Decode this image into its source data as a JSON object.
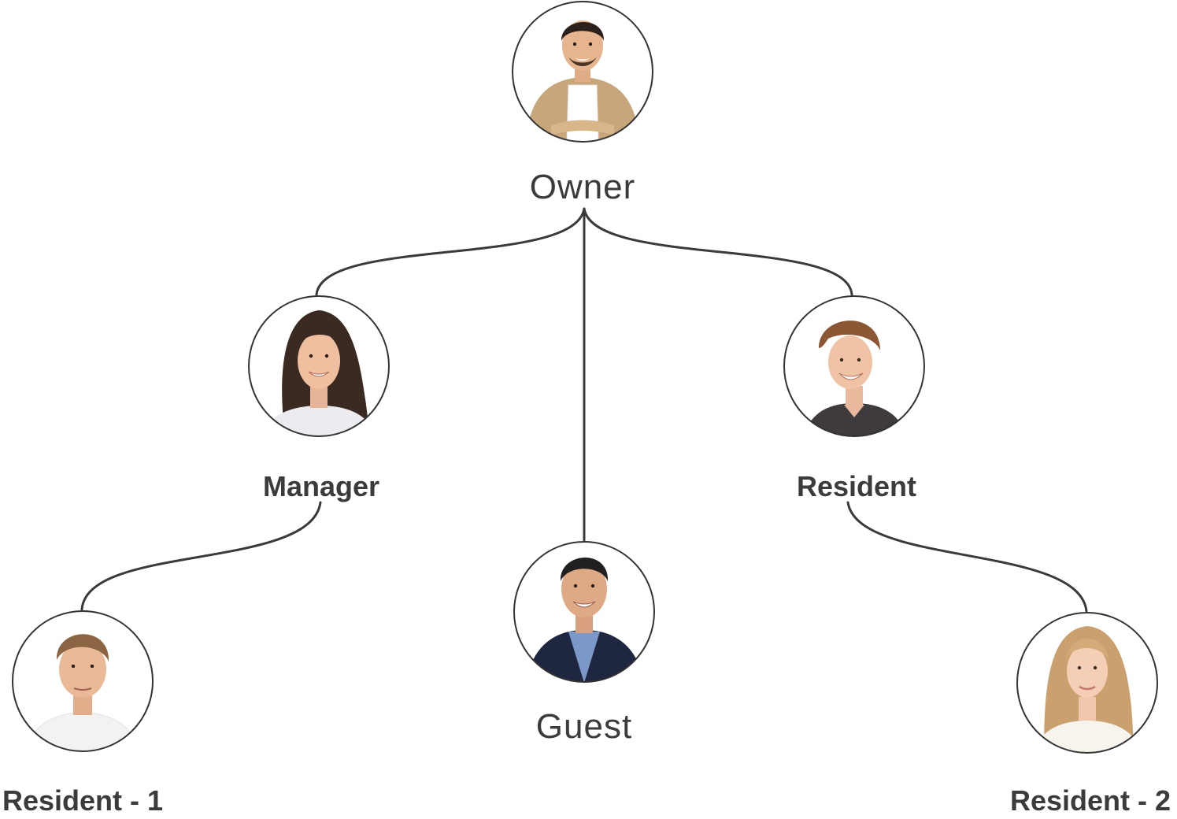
{
  "nodes": {
    "owner": {
      "label": "Owner",
      "avatar": "man-beige-shirt-avatar"
    },
    "manager": {
      "label": "Manager",
      "avatar": "woman-long-hair-avatar"
    },
    "resident": {
      "label": "Resident",
      "avatar": "young-man-auburn-hair-avatar"
    },
    "guest": {
      "label": "Guest",
      "avatar": "man-blue-blazer-avatar"
    },
    "resident_1": {
      "label": "Resident - 1",
      "avatar": "man-white-tshirt-avatar"
    },
    "resident_2": {
      "label": "Resident - 2",
      "avatar": "woman-blonde-hair-avatar"
    }
  },
  "edges": [
    {
      "from": "Owner",
      "to": "Manager"
    },
    {
      "from": "Owner",
      "to": "Guest"
    },
    {
      "from": "Owner",
      "to": "Resident"
    },
    {
      "from": "Manager",
      "to": "Resident - 1"
    },
    {
      "from": "Resident",
      "to": "Resident - 2"
    }
  ],
  "colors": {
    "line": "#3a3a3a",
    "text": "#3b3b3b",
    "background": "#ffffff"
  }
}
